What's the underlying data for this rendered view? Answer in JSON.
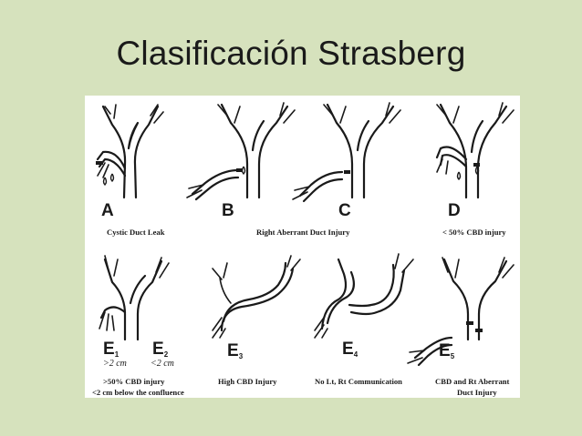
{
  "title": "Clasificación Strasberg",
  "panels": {
    "a": {
      "letter": "A"
    },
    "b": {
      "letter": "B"
    },
    "c": {
      "letter": "C"
    },
    "d": {
      "letter": "D"
    },
    "e1": {
      "letter": "E",
      "sub": "1",
      "distance": ">2 cm"
    },
    "e2": {
      "letter": "E",
      "sub": "2",
      "distance": "<2 cm"
    },
    "e3": {
      "letter": "E",
      "sub": "3"
    },
    "e4": {
      "letter": "E",
      "sub": "4"
    },
    "e5": {
      "letter": "E",
      "sub": "5"
    }
  },
  "captions": {
    "a": "Cystic Duct Leak",
    "bc": "Right Aberrant Duct Injury",
    "d": "< 50% CBD injury",
    "e12_line1": ">50% CBD injury",
    "e12_line2": "<2 cm below the confluence",
    "e3": "High CBD Injury",
    "e4": "No Lt, Rt Communication",
    "e5_line1": "CBD and Rt Aberrant",
    "e5_line2": "Duct Injury"
  }
}
